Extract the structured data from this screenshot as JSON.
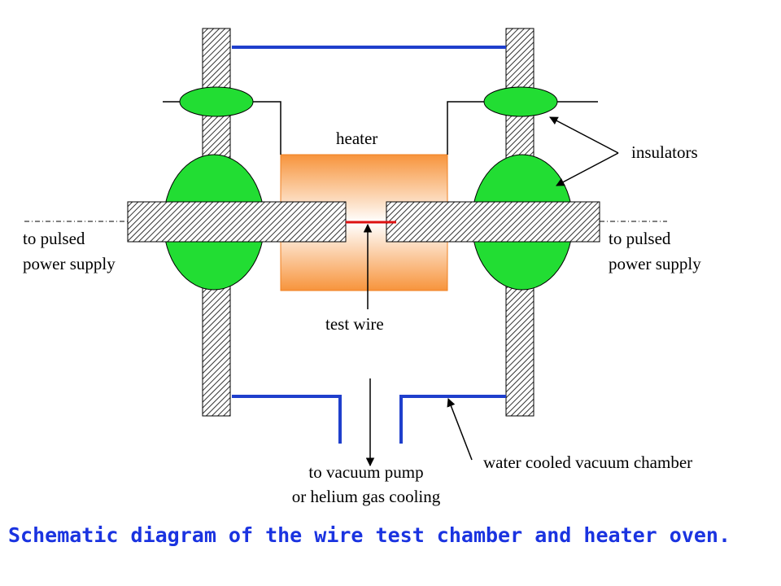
{
  "diagram": {
    "labels": {
      "heater": "heater",
      "insulators": "insulators",
      "power_left_line1": "to pulsed",
      "power_left_line2": "power supply",
      "power_right_line1": "to pulsed",
      "power_right_line2": "power supply",
      "test_wire": "test wire",
      "vacuum_line1": "to vacuum pump",
      "vacuum_line2": "or helium gas cooling",
      "chamber": "water cooled vacuum chamber"
    },
    "colors": {
      "chamber_wall": "#1f3fcc",
      "insulator": "#22dd33",
      "heater_outer": "#f7943c",
      "heater_center": "#ffffff",
      "test_wire": "#dd1111",
      "hatch": "#333333"
    }
  },
  "caption": "Schematic diagram of the wire test chamber and heater oven."
}
